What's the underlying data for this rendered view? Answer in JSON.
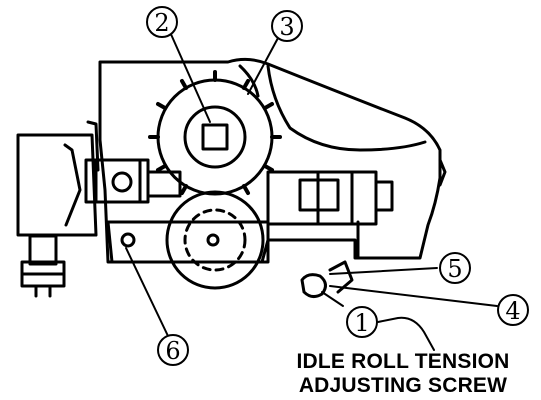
{
  "callouts": {
    "c1": "1",
    "c2": "2",
    "c3": "3",
    "c4": "4",
    "c5": "5",
    "c6": "6"
  },
  "caption": {
    "line1": "IDLE ROLL TENSION",
    "line2": "ADJUSTING SCREW"
  },
  "colors": {
    "ink": "#000000",
    "paper": "#ffffff"
  }
}
